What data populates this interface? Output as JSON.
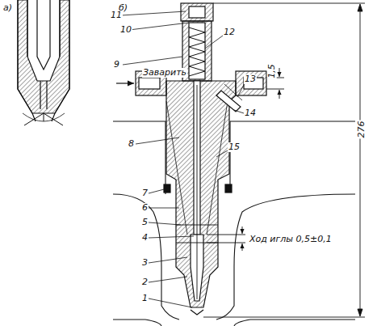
{
  "diagram": {
    "labels": [
      "а)",
      "б)",
      "11",
      "10",
      "12",
      "9",
      "Заварить",
      "13",
      "1,5",
      "14",
      "8",
      "15",
      "276",
      "7",
      "6",
      "5",
      "4",
      "Ход иглы 0,5±0,1",
      "3",
      "2",
      "1"
    ]
  }
}
